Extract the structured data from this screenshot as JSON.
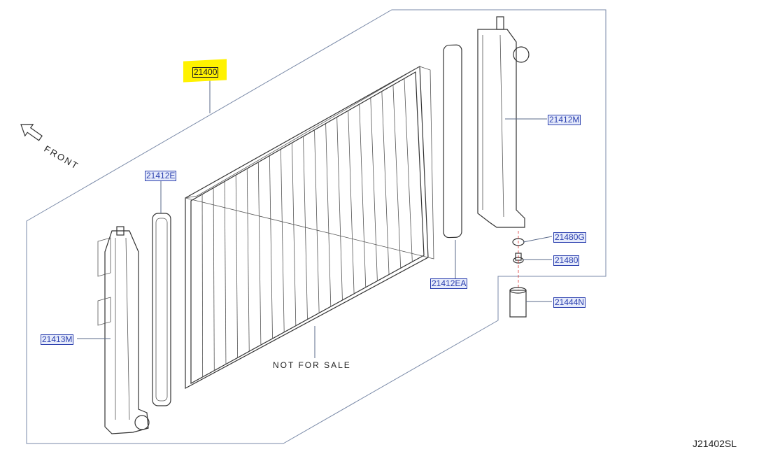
{
  "parts": {
    "radiator_assy": "21400",
    "seal_left": "21412E",
    "tank_left": "21413M",
    "tank_right": "21412M",
    "seal_right": "21412EA",
    "drain_gasket": "21480G",
    "drain_plug": "21480",
    "mount_bushing": "21444N"
  },
  "front_label": "FRONT",
  "not_for_sale": "NOT FOR SALE",
  "diagram_ref": "J21402SL",
  "colors": {
    "highlight": "#fff200",
    "part_label": "#2b3fae"
  }
}
